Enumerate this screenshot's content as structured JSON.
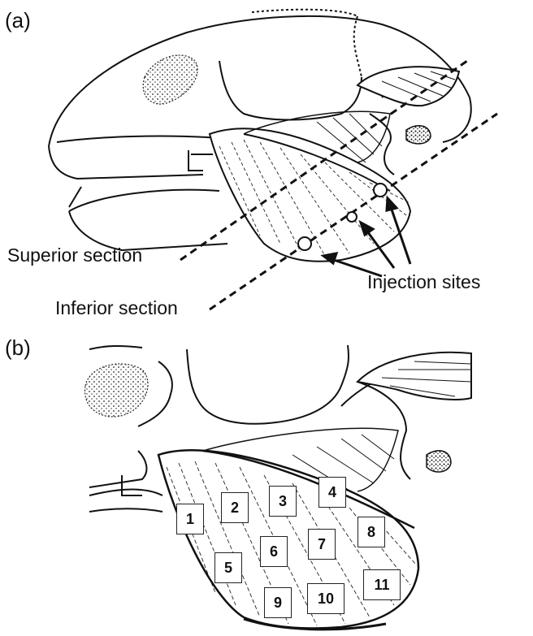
{
  "panel_a": {
    "label": "(a)",
    "superior_section": "Superior section",
    "inferior_section": "Inferior section",
    "injection_sites": "Injection sites"
  },
  "panel_b": {
    "label": "(b)",
    "regions": [
      "1",
      "2",
      "3",
      "4",
      "5",
      "6",
      "7",
      "8",
      "9",
      "10",
      "11"
    ]
  }
}
